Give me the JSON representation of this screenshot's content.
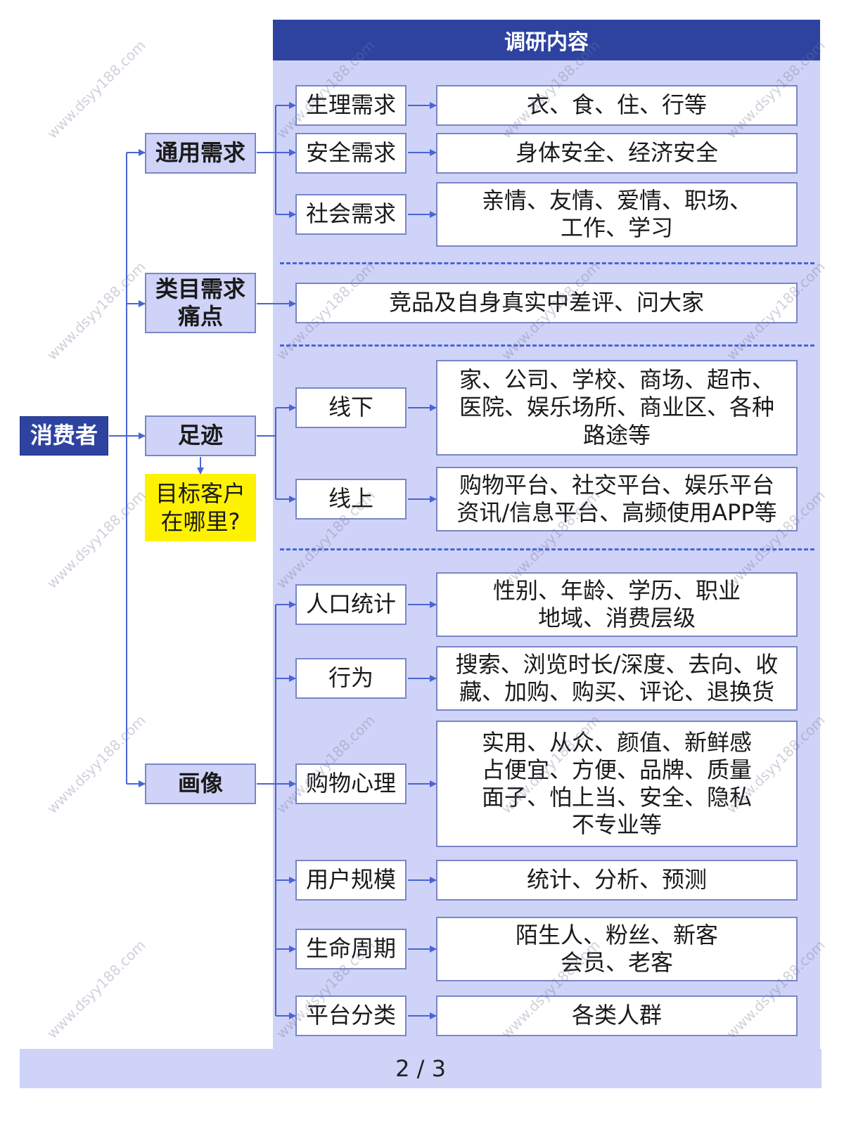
{
  "header": {
    "title": "调研内容"
  },
  "root": {
    "label": "消费者"
  },
  "categories": {
    "general": "通用需求",
    "category": "类目需求\n痛点",
    "footprint": "足迹",
    "portrait": "画像"
  },
  "note": {
    "text": "目标客户\n在哪里?"
  },
  "general_needs": [
    {
      "label": "生理需求",
      "detail": "衣、食、住、行等"
    },
    {
      "label": "安全需求",
      "detail": "身体安全、经济安全"
    },
    {
      "label": "社会需求",
      "detail": "亲情、友情、爱情、职场、\n工作、学习"
    }
  ],
  "category_detail": "竞品及自身真实中差评、问大家",
  "footprint_items": [
    {
      "label": "线下",
      "detail": "家、公司、学校、商场、超市、\n医院、娱乐场所、商业区、各种\n路途等"
    },
    {
      "label": "线上",
      "detail": "购物平台、社交平台、娱乐平台\n资讯/信息平台、高频使用APP等"
    }
  ],
  "portrait_items": [
    {
      "label": "人口统计",
      "detail": "性别、年龄、学历、职业\n地域、消费层级"
    },
    {
      "label": "行为",
      "detail": "搜索、浏览时长/深度、去向、收\n藏、加购、购买、评论、退换货"
    },
    {
      "label": "购物心理",
      "detail": "实用、从众、颜值、新鲜感\n占便宜、方便、品牌、质量\n面子、怕上当、安全、隐私\n不专业等"
    },
    {
      "label": "用户规模",
      "detail": "统计、分析、预测"
    },
    {
      "label": "生命周期",
      "detail": "陌生人、粉丝、新客\n会员、老客"
    },
    {
      "label": "平台分类",
      "detail": "各类人群"
    }
  ],
  "footer": {
    "page": "2 / 3"
  },
  "watermark": "www.dsyy188.com",
  "colors": {
    "header": "#2e43a0",
    "panel": "#cfd3f7",
    "connector": "#4a64d6",
    "note": "#fff200"
  }
}
